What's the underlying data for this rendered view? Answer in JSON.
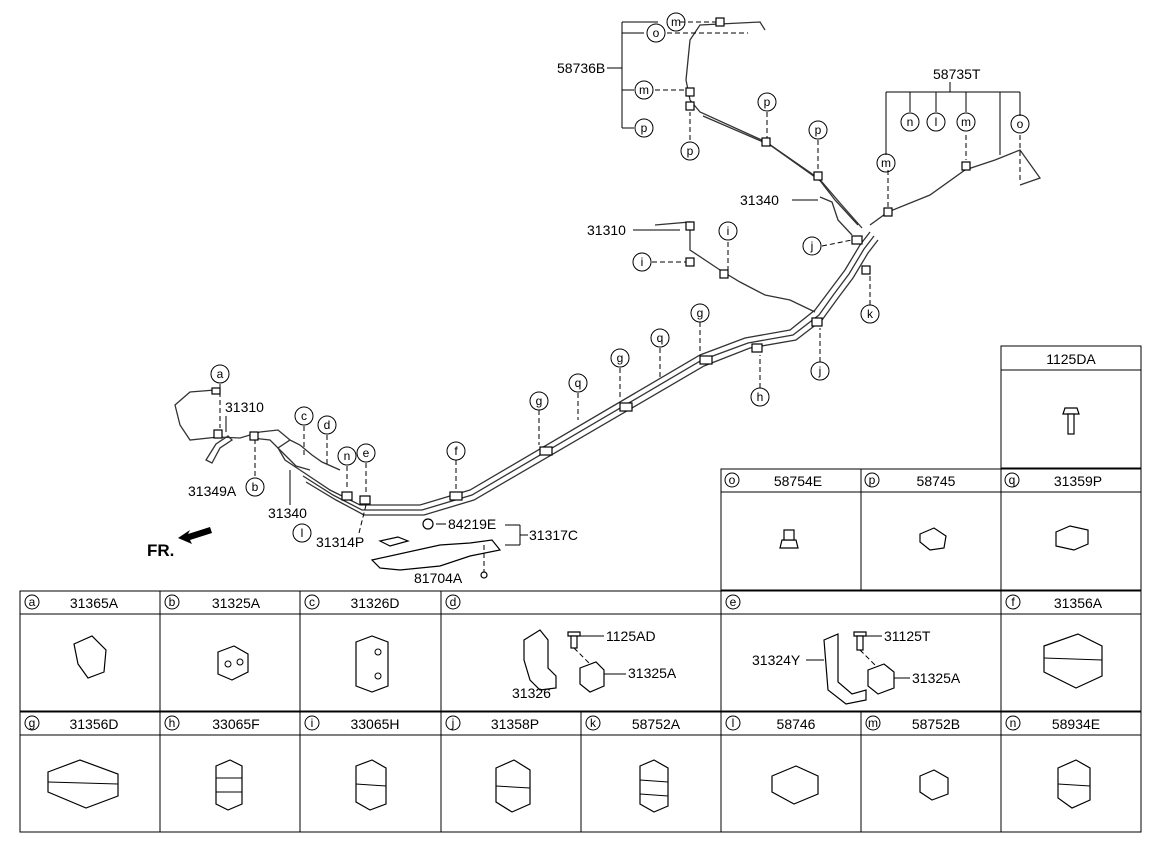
{
  "diagram": {
    "front_label": "FR.",
    "main_labels": {
      "a": "a",
      "b": "b",
      "c": "c",
      "d": "d",
      "e": "e",
      "f": "f",
      "g": "g",
      "h": "h",
      "i": "i",
      "j": "j",
      "k": "k",
      "l": "l",
      "m": "m",
      "n": "n",
      "o": "o",
      "p": "p",
      "q": "q",
      "p58736B": "58736B",
      "p58735T": "58735T",
      "p31310": "31310",
      "p31340": "31340",
      "p31349A": "31349A",
      "p31314P": "31314P",
      "p84219E": "84219E",
      "p31317C": "31317C",
      "p81704A": "81704A"
    }
  },
  "legend": {
    "top": {
      "code": "",
      "part": "1125DA"
    },
    "row_o": [
      {
        "code": "o",
        "part": "58754E"
      },
      {
        "code": "p",
        "part": "58745"
      },
      {
        "code": "q",
        "part": "31359P"
      }
    ],
    "row1": [
      {
        "code": "a",
        "part": "31365A"
      },
      {
        "code": "b",
        "part": "31325A"
      },
      {
        "code": "c",
        "part": "31326D"
      },
      {
        "code": "d",
        "part": ""
      },
      {
        "code": "e",
        "part": ""
      },
      {
        "code": "f",
        "part": "31356A"
      }
    ],
    "d_parts": {
      "bolt": "1125AD",
      "bracket": "31326",
      "clip": "31325A"
    },
    "e_parts": {
      "bolt": "31125T",
      "bracket": "31324Y",
      "clip": "31325A"
    },
    "row2": [
      {
        "code": "g",
        "part": "31356D"
      },
      {
        "code": "h",
        "part": "33065F"
      },
      {
        "code": "i",
        "part": "33065H"
      },
      {
        "code": "j",
        "part": "31358P"
      },
      {
        "code": "k",
        "part": "58752A"
      },
      {
        "code": "l",
        "part": "58746"
      },
      {
        "code": "m",
        "part": "58752B"
      },
      {
        "code": "n",
        "part": "58934E"
      }
    ]
  }
}
